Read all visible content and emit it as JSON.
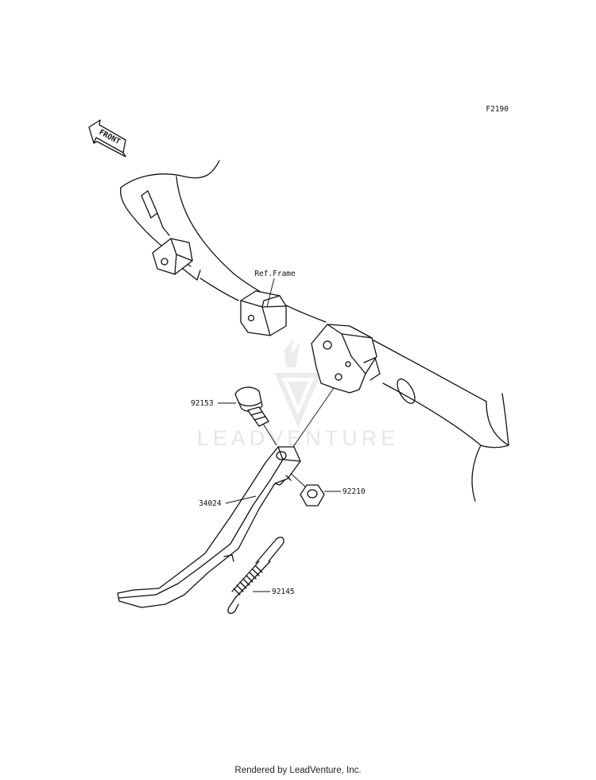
{
  "diagram": {
    "code": "F2190",
    "front_arrow_label": "FRONT",
    "watermark": "LEADVENTURE",
    "ref_label": "Ref.Frame",
    "parts": [
      {
        "number": "92153"
      },
      {
        "number": "92210"
      },
      {
        "number": "34024"
      },
      {
        "number": "92145"
      }
    ]
  },
  "footer": {
    "text": "Rendered by LeadVenture, Inc."
  }
}
